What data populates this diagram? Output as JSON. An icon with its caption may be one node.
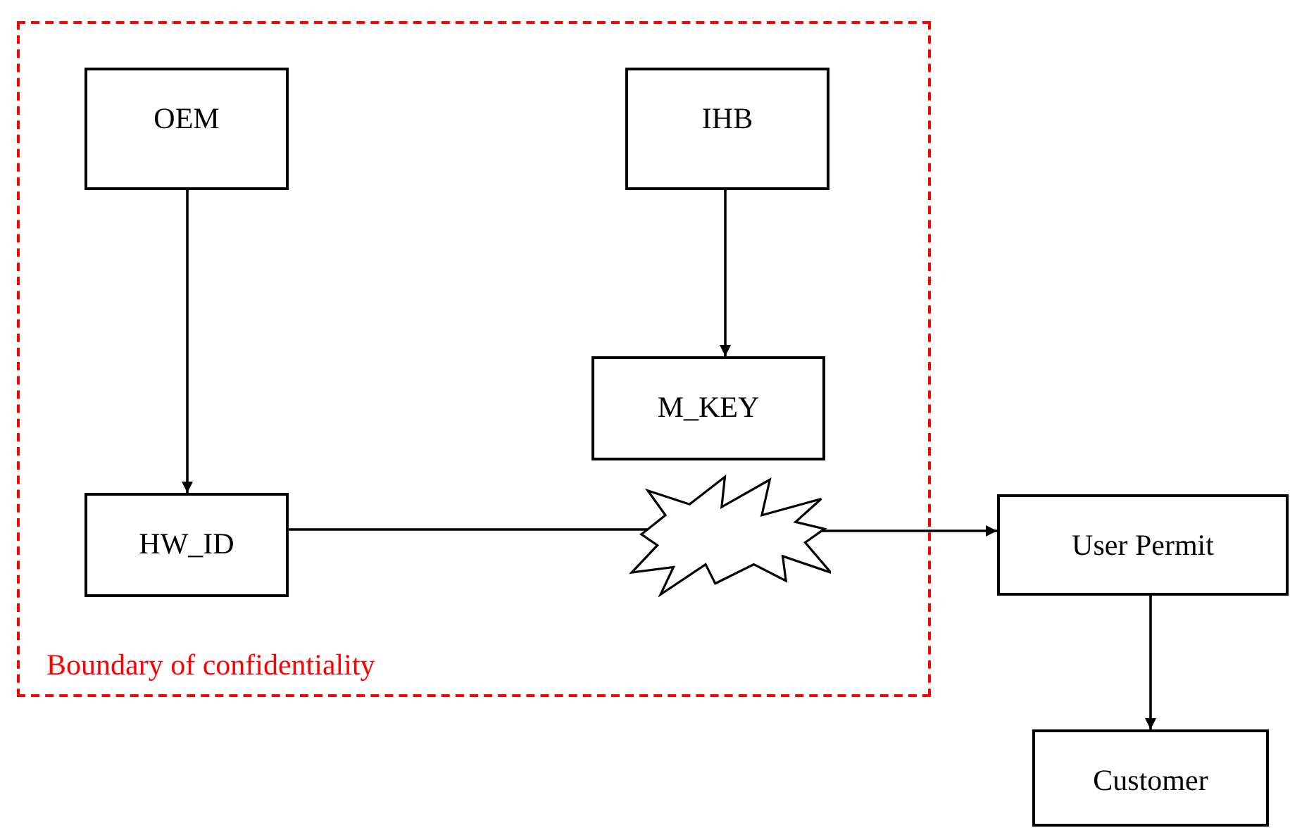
{
  "diagram": {
    "nodes": [
      {
        "text": [
          "Boundary of confidentiality"
        ]
      },
      {
        "text": [
          "OEM"
        ],
        "in": 0
      },
      {
        "text": [
          "IHB"
        ],
        "in": 0
      },
      {
        "text": [
          "M_KEY"
        ],
        "in": 0
      },
      {
        "text": [
          "HW_ID"
        ],
        "in": 0
      },
      {
        "text": [],
        "shape": "star",
        "in": 0
      },
      {
        "text": [
          "User Permit"
        ]
      },
      {
        "text": [
          "Customer"
        ]
      }
    ],
    "edges": [
      {
        "from": 1,
        "to": 4,
        "arrow": "to"
      },
      {
        "from": 2,
        "to": 3,
        "arrow": "to"
      },
      {
        "from": 4,
        "to": 5,
        "arrow": "none"
      },
      {
        "from": 5,
        "to": 6,
        "arrow": "to"
      },
      {
        "from": 6,
        "to": 7,
        "arrow": "to"
      }
    ]
  }
}
